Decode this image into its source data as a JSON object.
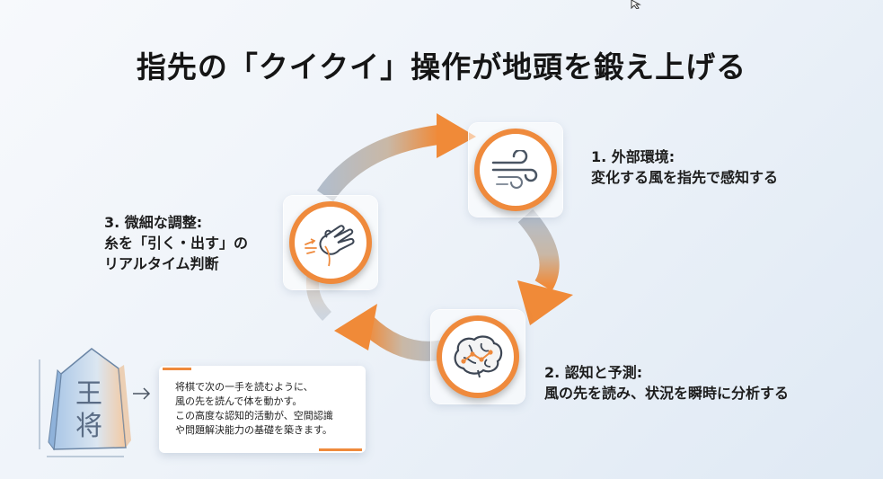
{
  "title": "指先の「クイクイ」操作が地頭を鍛え上げる",
  "steps": [
    {
      "line1": "1. 外部環境:",
      "line2": "変化する風を指先で感知する",
      "icon": "wind-icon"
    },
    {
      "line1": "2. 認知と予測:",
      "line2": "風の先を読み、状況を瞬時に分析する",
      "icon": "brain-icon"
    },
    {
      "line1": "3. 微細な調整:",
      "line2": "糸を「引く・出す」の",
      "line3": "リアルタイム判断",
      "icon": "hand-pulling-string-icon"
    }
  ],
  "shogi_piece": {
    "char1": "王",
    "char2": "将",
    "icon": "shogi-piece-icon"
  },
  "note_lines": [
    "将棋で次の一手を読むように、",
    "風の先を読んで体を動かす。",
    "この高度な認知的活動が、空間認識",
    "や問題解決能力の基礎を築きます。"
  ],
  "colors": {
    "accent": "#ef8a3c",
    "ring": "#a9b4c2"
  }
}
